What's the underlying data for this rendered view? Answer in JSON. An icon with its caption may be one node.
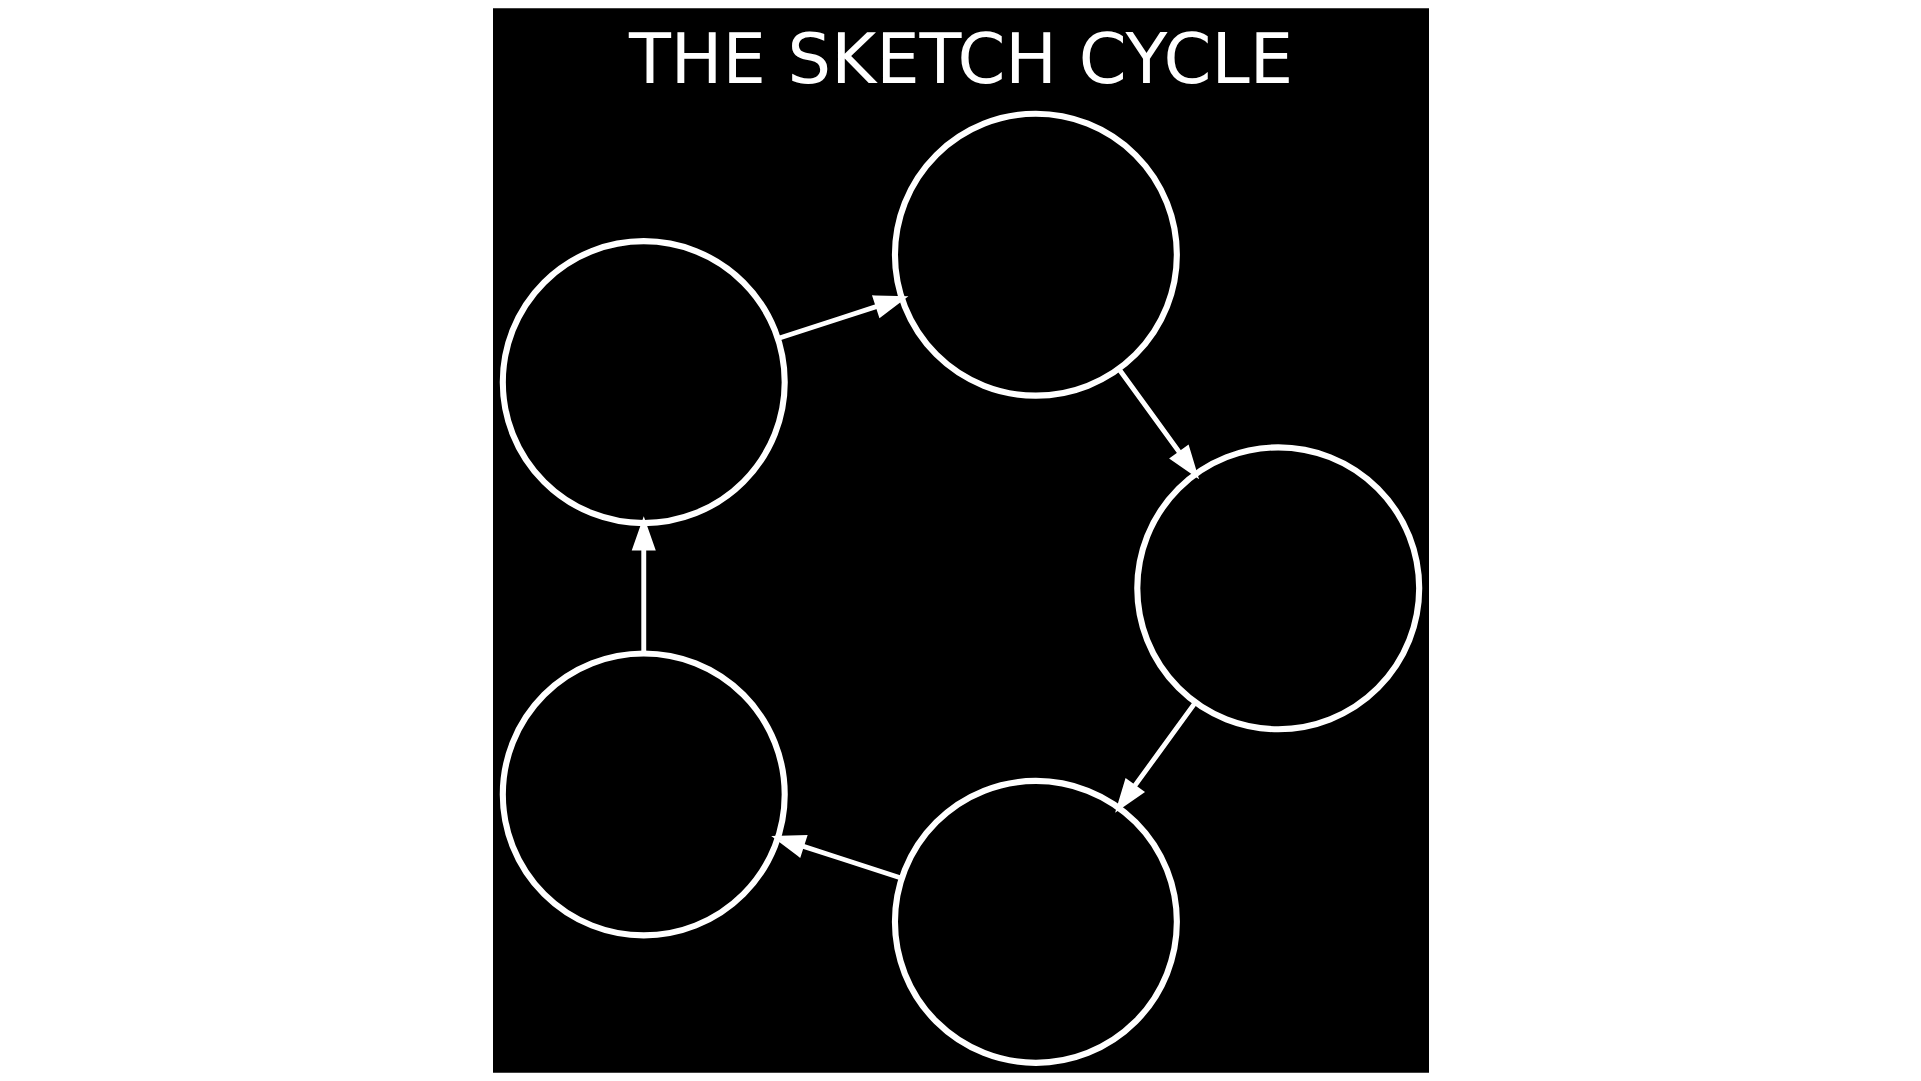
{
  "diagram": {
    "title": "THE SKETCH CYCLE",
    "nodes": [
      {
        "text": [],
        "shape": "circle"
      },
      {
        "text": [],
        "shape": "circle"
      },
      {
        "text": [],
        "shape": "circle"
      },
      {
        "text": [],
        "shape": "circle"
      },
      {
        "text": [],
        "shape": "circle"
      }
    ],
    "edges": [
      {
        "from": 0,
        "to": 2,
        "arrow": "to"
      },
      {
        "from": 2,
        "to": 4,
        "arrow": "to"
      },
      {
        "from": 4,
        "to": 3,
        "arrow": "to"
      },
      {
        "from": 3,
        "to": 1,
        "arrow": "to"
      },
      {
        "from": 1,
        "to": 0,
        "arrow": "to"
      }
    ]
  }
}
